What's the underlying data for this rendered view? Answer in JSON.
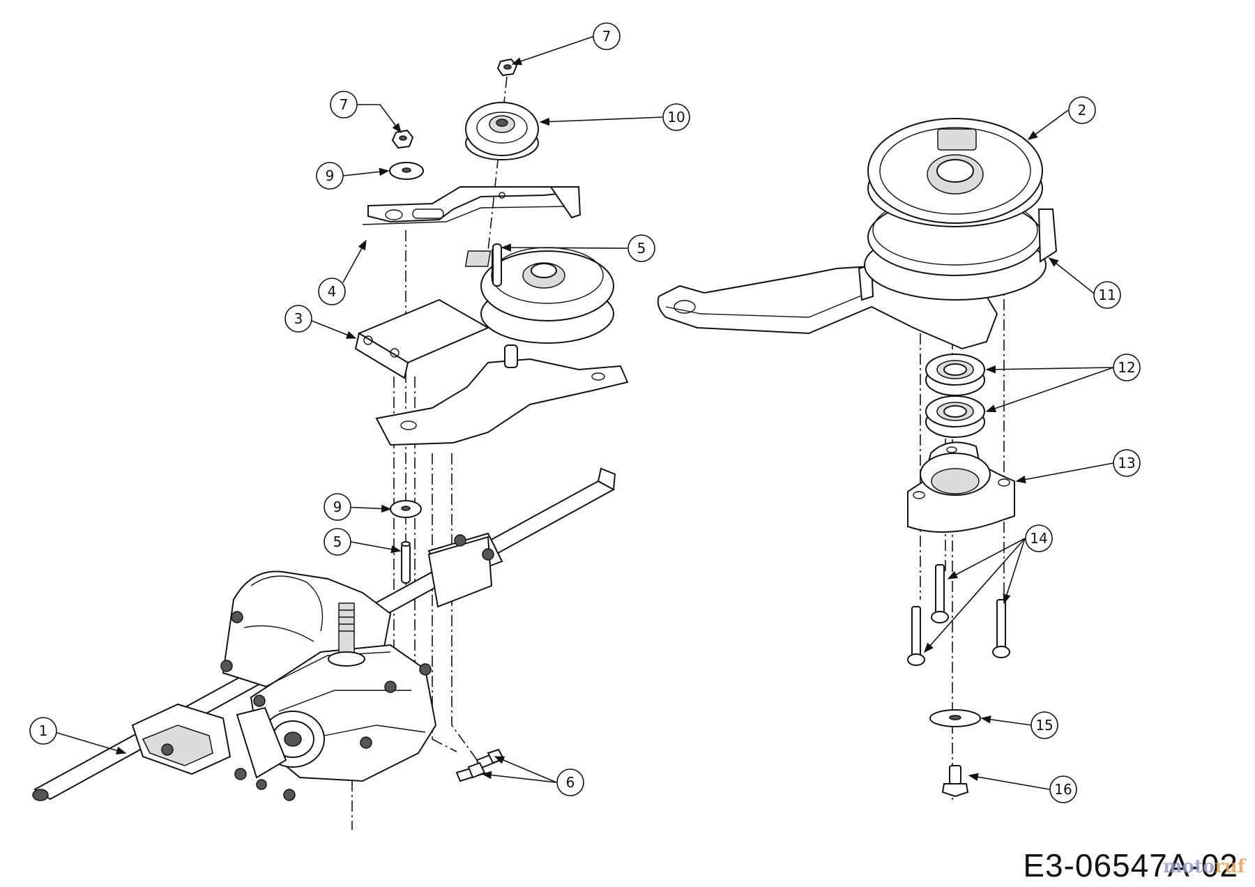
{
  "drawing": {
    "code": "E3-06547A-02",
    "watermark": "motoruf"
  },
  "callouts": [
    {
      "id": "c1",
      "label": "1"
    },
    {
      "id": "c2",
      "label": "2"
    },
    {
      "id": "c3",
      "label": "3"
    },
    {
      "id": "c4",
      "label": "4"
    },
    {
      "id": "c5a",
      "label": "5"
    },
    {
      "id": "c5b",
      "label": "5"
    },
    {
      "id": "c6",
      "label": "6"
    },
    {
      "id": "c7a",
      "label": "7"
    },
    {
      "id": "c7b",
      "label": "7"
    },
    {
      "id": "c9a",
      "label": "9"
    },
    {
      "id": "c9b",
      "label": "9"
    },
    {
      "id": "c10",
      "label": "10"
    },
    {
      "id": "c11",
      "label": "11"
    },
    {
      "id": "c12",
      "label": "12"
    },
    {
      "id": "c13",
      "label": "13"
    },
    {
      "id": "c14",
      "label": "14"
    },
    {
      "id": "c15",
      "label": "15"
    },
    {
      "id": "c16",
      "label": "16"
    }
  ]
}
